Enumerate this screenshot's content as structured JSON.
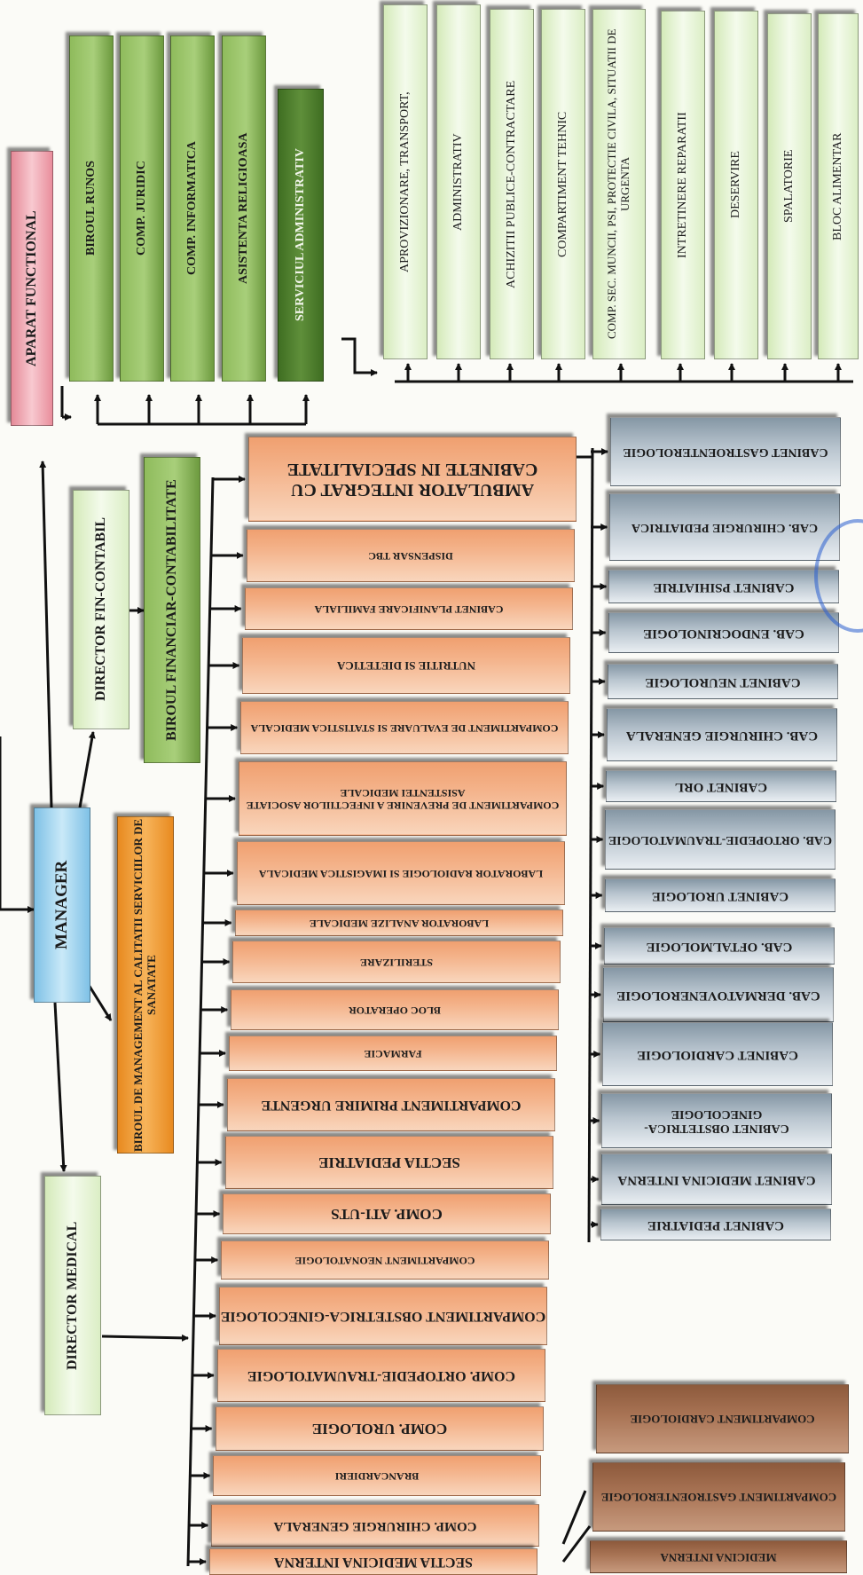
{
  "apparat_functional": "APARAT FUNCTIONAL",
  "functional_units": [
    "BIROUL RUNOS",
    "COMP. JURIDIC",
    "COMP. INFORMATICA",
    "ASISTENTA RELIGIOASA",
    "SERVICIUL ADMINISTRATIV"
  ],
  "admin_services": [
    "APROVIZIONARE, TRANSPORT,",
    "ADMINISTRATIV",
    "ACHIZITII PUBLICE-CONTRACTARE",
    "COMPARTIMENT TEHNIC",
    "COMP. SEC. MUNCII, PSI, PROTECTIE CIVILA, SITUATII DE URGENTA",
    "INTRETINERE REPARATII",
    "DESERVIRE",
    "SPALATORIE",
    "BLOC ALIMENTAR"
  ],
  "manager": "MANAGER",
  "director_fin": "DIRECTOR FIN-CONTABIL",
  "birou_financiar": "BIROUL FINANCIAR-CONTABILITATE",
  "birou_calitate": "BIROUL DE MANAGEMENT AL CALITATII SERVICIILOR DE SANATATE",
  "director_medical": "DIRECTOR MEDICAL",
  "medical_units": [
    "AMBULATOR INTEGRAT CU CABINETE IN SPECIALITATE",
    "DISPENSAR TBC",
    "CABINET PLANIFICARE FAMILIALA",
    "NUTRITIE SI DIETETICA",
    "COMPARTIMENT DE EVALUARE SI STATISTICA MEDICALA",
    "COMPARTIMENT DE PREVENIRE A INFECTIILOR ASOCIATE ASISTENTEI MEDICALE",
    "LABORATOR RADIOLOGIE SI IMAGISTICA MEDICALA",
    "LABORATOR ANALIZE MEDICALE",
    "STERILIZARE",
    "BLOC OPERATOR",
    "FARMACIE",
    "COMPARTIMENT PRIMIRE URGENTE",
    "SECTIA PEDIATRIE",
    "COMP. ATI-UTS",
    "COMPARTIMENT NEONATOLOGIE",
    "COMPARTIMENT OBSTETRICA-GINECOLOGIE",
    "COMP. ORTOPEDIE-TRAUMATOLOGIE",
    "COMP. UROLOGIE",
    "BRANCARDIERI",
    "COMP. CHIRURGIE GENERALA",
    "SECTIA MEDICINA INTERNA"
  ],
  "cabinets": [
    "CABINET GASTROENTEROLOGIE",
    "CAB. CHIRURGIE PEDIATRICA",
    "CABINET PSIHIATRIE",
    "CAB. ENDOCRINOLOGIE",
    "CABINET NEUROLOGIE",
    "CAB. CHIRURGIE GENERALA",
    "CABINET ORL",
    "CAB. ORTOPEDIE-TRAUMATOLOGIE",
    "CABINET UROLOGIE",
    "CAB. OFTALMOLOGIE",
    "CAB. DERMATOVENEROLOGIE",
    "CABINET CARDIOLOGIE",
    "CABINET OBSTETRICA-GINECOLOGIE",
    "CABINET MEDICINA INTERNA",
    "CABINET PEDIATRIE"
  ],
  "internal_medicine_subunits": [
    "COMPARTIMENT CARDIOLOGIE",
    "COMPARTIMENT GASTROENTEROLOGIE",
    "MEDICINA INTERNA"
  ]
}
